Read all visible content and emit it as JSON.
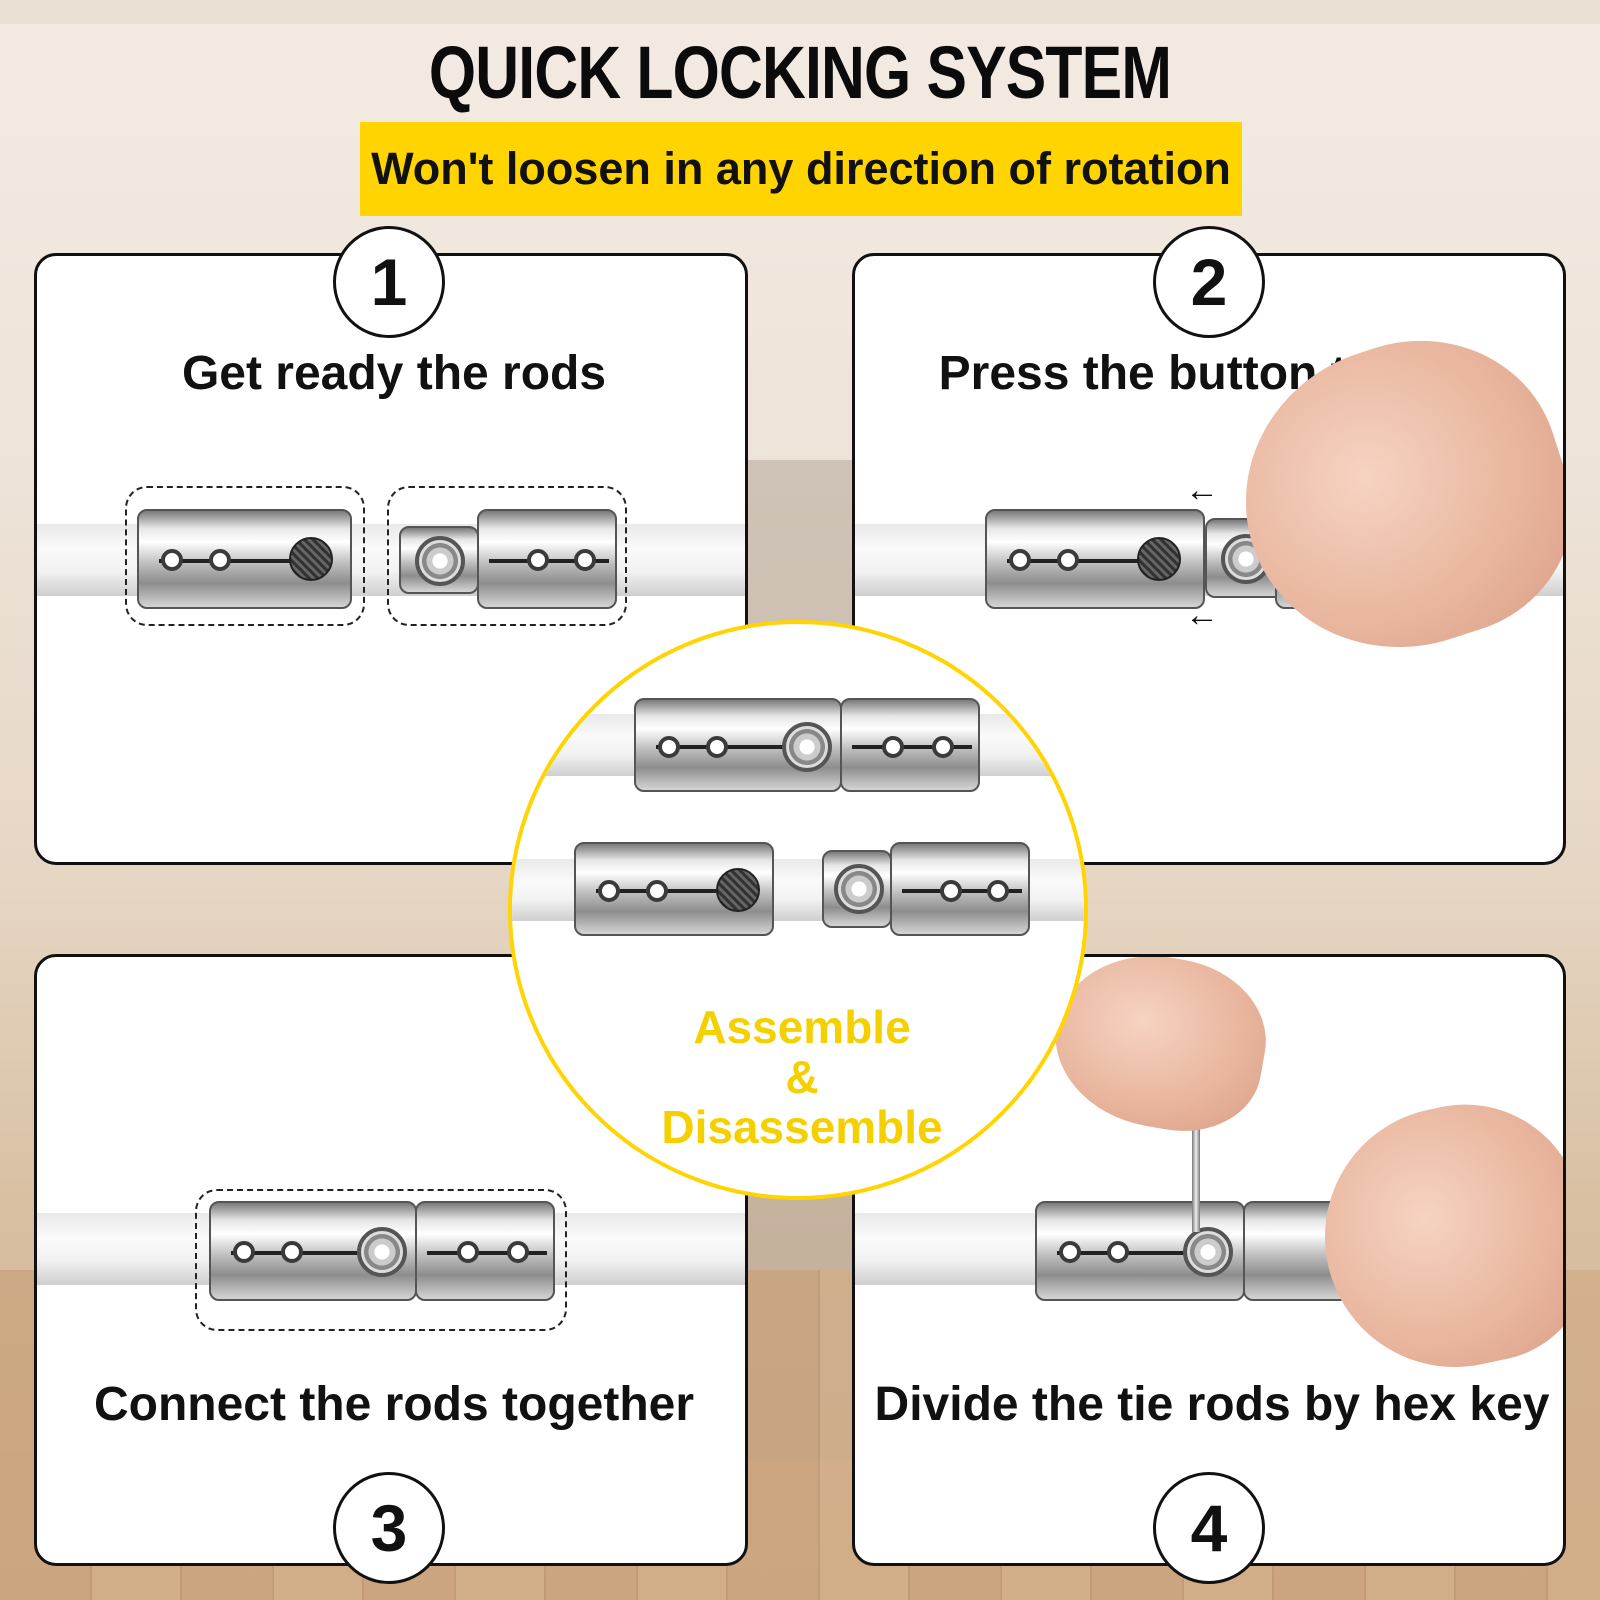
{
  "header": {
    "title": "QUICK LOCKING SYSTEM",
    "subtitle": "Won't loosen in any direction of rotation"
  },
  "steps": [
    {
      "number": "1",
      "text": "Get ready the rods"
    },
    {
      "number": "2",
      "text": "Press the button to lock"
    },
    {
      "number": "3",
      "text": "Connect the rods together"
    },
    {
      "number": "4",
      "text": "Divide the tie rods by hex key"
    }
  ],
  "center": {
    "line1": "Assemble",
    "line2": "&",
    "line3": "Disassemble"
  },
  "colors": {
    "accent": "#ffd400",
    "text": "#111111"
  }
}
